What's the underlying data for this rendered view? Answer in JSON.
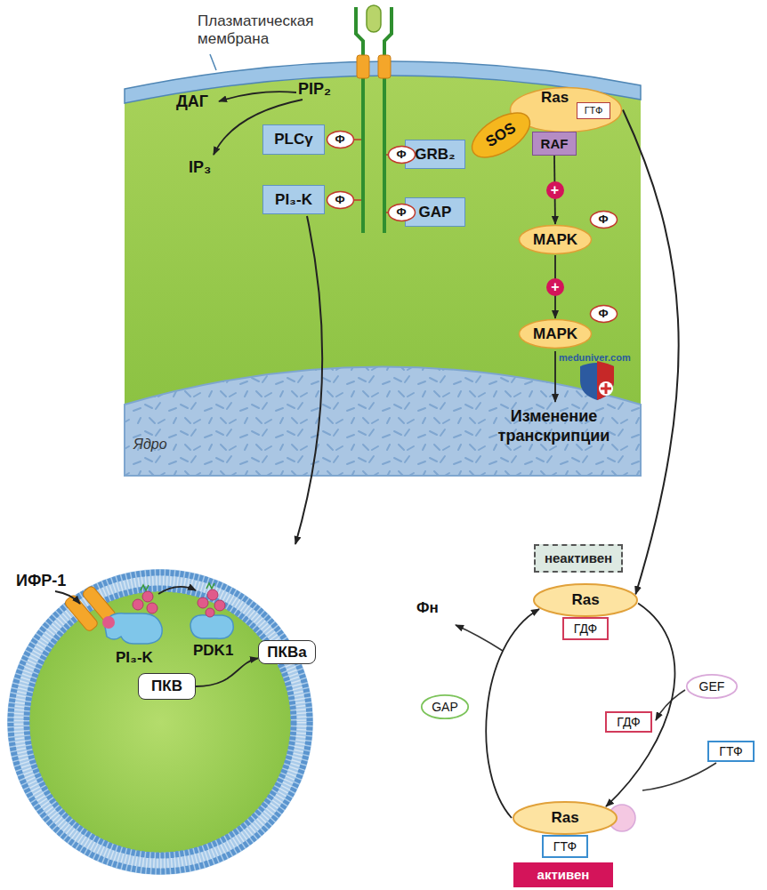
{
  "diagram": {
    "nodes": [
      {
        "text": [
          "PLCγ"
        ]
      },
      {
        "text": [
          "Ф"
        ]
      },
      {
        "text": [
          "GRB₂"
        ]
      },
      {
        "text": [
          "Ф"
        ]
      },
      {
        "text": [
          "PI₃-K"
        ]
      },
      {
        "text": [
          "Ф"
        ]
      },
      {
        "text": [
          "GAP"
        ]
      },
      {
        "text": [
          "Ф"
        ]
      },
      {
        "text": [
          "SOS"
        ]
      },
      {
        "text": [
          "Ras"
        ]
      },
      {
        "text": [
          "ГТФ"
        ],
        "in": 9
      },
      {
        "text": [
          "RAF"
        ]
      },
      {
        "text": [
          "MAPK"
        ]
      },
      {
        "text": [
          "Ф"
        ]
      },
      {
        "text": [
          "MAPK"
        ]
      },
      {
        "text": [
          "Ф"
        ]
      },
      {
        "text": [
          "ПКВ"
        ]
      },
      {
        "text": [
          "ПКВа"
        ]
      },
      {
        "text": [
          "неактивен"
        ]
      },
      {
        "text": [
          "Ras"
        ]
      },
      {
        "text": [
          "ГДФ"
        ]
      },
      {
        "text": [
          "GAP"
        ]
      },
      {
        "text": [
          "GEF"
        ]
      },
      {
        "text": [
          "ГДФ"
        ]
      },
      {
        "text": [
          "ГТФ"
        ]
      },
      {
        "text": [
          "Ras"
        ]
      },
      {
        "text": [
          "ГТФ"
        ]
      },
      {
        "text": [
          "активен"
        ]
      }
    ],
    "edges": [
      {
        "from": 11,
        "to": 12,
        "label": "+",
        "arrow": "to"
      },
      {
        "from": 12,
        "to": 14,
        "label": "+",
        "arrow": "to"
      },
      {
        "from": 9,
        "to": 19,
        "arrow": "to"
      },
      {
        "from": 19,
        "to": 25,
        "arrow": "to"
      },
      {
        "from": 25,
        "to": 19,
        "arrow": "to"
      },
      {
        "from": 16,
        "to": 17,
        "arrow": "to"
      }
    ],
    "labels": [
      "Плазматическая мембрана",
      "PIP₂",
      "ДАГ",
      "IP₃",
      "Изменение транскрипции",
      "meduniver.com",
      "Ядро",
      "ИФР-1",
      "PI₃-K",
      "PDK1",
      "Фн"
    ]
  }
}
